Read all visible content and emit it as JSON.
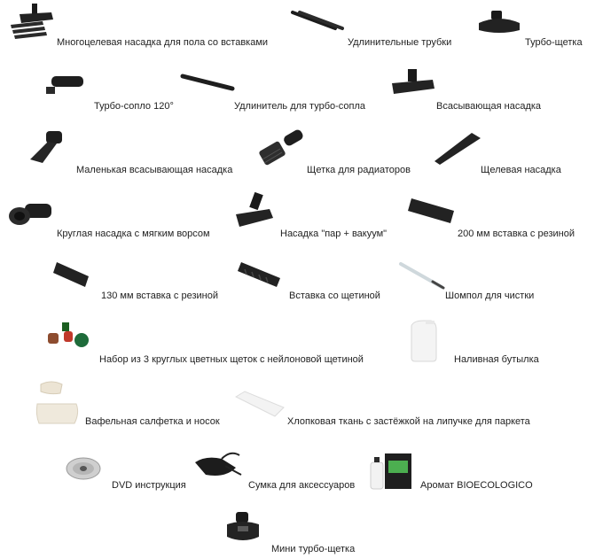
{
  "items": [
    {
      "label": "Многоцелевая насадка для пола со вставками",
      "icon": "floor-nozzle-inserts-icon"
    },
    {
      "label": "Удлинительные трубки",
      "icon": "extension-tubes-icon"
    },
    {
      "label": "Турбо-щетка",
      "icon": "turbo-brush-icon"
    },
    {
      "label": "Турбо-сопло 120°",
      "icon": "turbo-nozzle-icon"
    },
    {
      "label": "Удлинитель для турбо-сопла",
      "icon": "nozzle-extender-icon"
    },
    {
      "label": "Всасывающая насадка",
      "icon": "suction-nozzle-icon"
    },
    {
      "label": "Маленькая всасывающая насадка",
      "icon": "small-suction-nozzle-icon"
    },
    {
      "label": "Щетка для радиаторов",
      "icon": "radiator-brush-icon"
    },
    {
      "label": "Щелевая насадка",
      "icon": "crevice-nozzle-icon"
    },
    {
      "label": "Круглая насадка с мягким ворсом",
      "icon": "round-soft-nozzle-icon"
    },
    {
      "label": "Насадка \"пар + вакуум\"",
      "icon": "steam-vacuum-nozzle-icon"
    },
    {
      "label": "200 мм вставка с резиной",
      "icon": "insert-200mm-icon"
    },
    {
      "label": "130 мм вставка с резиной",
      "icon": "insert-130mm-icon"
    },
    {
      "label": "Вставка со щетиной",
      "icon": "bristle-insert-icon"
    },
    {
      "label": "Шомпол для чистки",
      "icon": "cleaning-rod-icon"
    },
    {
      "label": "Набор из 3 круглых цветных щеток с нейлоновой щетиной",
      "icon": "color-brushes-set-icon"
    },
    {
      "label": "Наливная бутылка",
      "icon": "fill-bottle-icon"
    },
    {
      "label": "Вафельная салфетка и носок",
      "icon": "waffle-cloth-sock-icon"
    },
    {
      "label": "Хлопковая ткань с застёжкой на липучке для паркета",
      "icon": "cotton-cloth-icon"
    },
    {
      "label": "DVD инструкция",
      "icon": "dvd-icon"
    },
    {
      "label": "Сумка для аксессуаров",
      "icon": "accessory-bag-icon"
    },
    {
      "label": "Аромат BIOECOLOGICO",
      "icon": "aroma-bottle-icon"
    },
    {
      "label": "Мини турбо-щетка",
      "icon": "mini-turbo-brush-icon"
    }
  ]
}
